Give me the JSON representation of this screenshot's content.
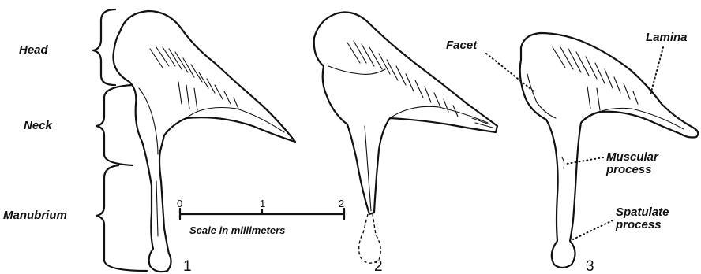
{
  "regions": {
    "head": "Head",
    "neck": "Neck",
    "manubrium": "Manubrium"
  },
  "features": {
    "facet": "Facet",
    "lamina": "Lamina",
    "muscular_process_line1": "Muscular",
    "muscular_process_line2": "process",
    "spatulate_process_line1": "Spatulate",
    "spatulate_process_line2": "process"
  },
  "scale": {
    "ticks": [
      "0",
      "1",
      "2"
    ],
    "caption": "Scale in millimeters"
  },
  "figure_numbers": [
    "1",
    "2",
    "3"
  ]
}
